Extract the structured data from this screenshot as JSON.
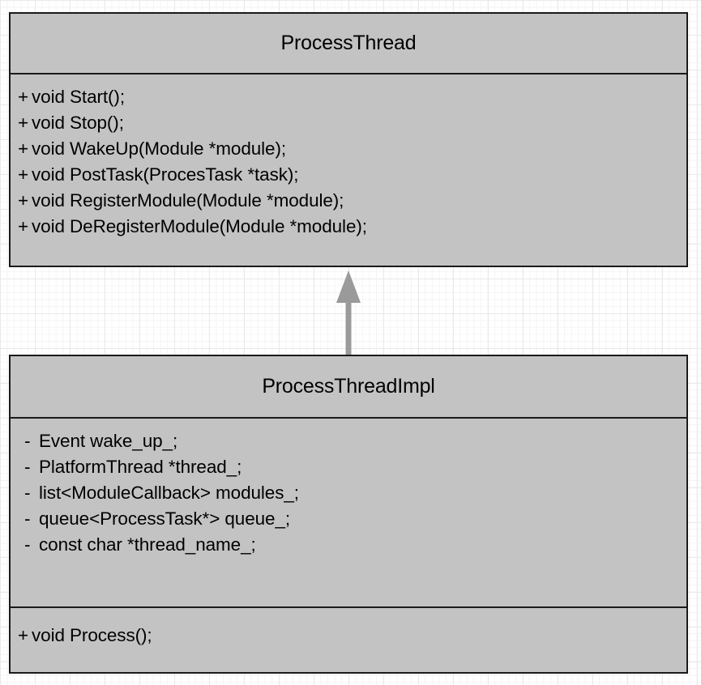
{
  "diagram": {
    "type": "uml-class-diagram",
    "background": "#ffffff",
    "grid_color": "#e9e9e9",
    "class_fill": "#c3c3c3",
    "class_border": "#1a1a1a",
    "relationship_color": "#9a9a9a",
    "classes": [
      {
        "id": "process-thread",
        "name": "ProcessThread",
        "compartments": [
          {
            "kind": "operations",
            "members": [
              {
                "visibility": "+",
                "signature": "void Start();"
              },
              {
                "visibility": "+",
                "signature": "void Stop();"
              },
              {
                "visibility": "+",
                "signature": "void WakeUp(Module *module);"
              },
              {
                "visibility": "+",
                "signature": "void PostTask(ProcesTask *task);"
              },
              {
                "visibility": "+",
                "signature": "void RegisterModule(Module *module);"
              },
              {
                "visibility": "+",
                "signature": "void DeRegisterModule(Module *module);"
              }
            ]
          }
        ]
      },
      {
        "id": "process-thread-impl",
        "name": "ProcessThreadImpl",
        "compartments": [
          {
            "kind": "attributes",
            "members": [
              {
                "visibility": "-",
                "signature": "Event wake_up_;"
              },
              {
                "visibility": "-",
                "signature": "PlatformThread *thread_;"
              },
              {
                "visibility": "-",
                "signature": "list<ModuleCallback> modules_;"
              },
              {
                "visibility": "-",
                "signature": "queue<ProcessTask*> queue_;"
              },
              {
                "visibility": "-",
                "signature": "const char *thread_name_;"
              }
            ]
          },
          {
            "kind": "operations",
            "members": [
              {
                "visibility": "+",
                "signature": "void Process();"
              }
            ]
          }
        ]
      }
    ],
    "relationships": [
      {
        "id": "generalization",
        "kind": "generalization",
        "label": "",
        "from": "ProcessThreadImpl",
        "to": "ProcessThread"
      }
    ]
  }
}
